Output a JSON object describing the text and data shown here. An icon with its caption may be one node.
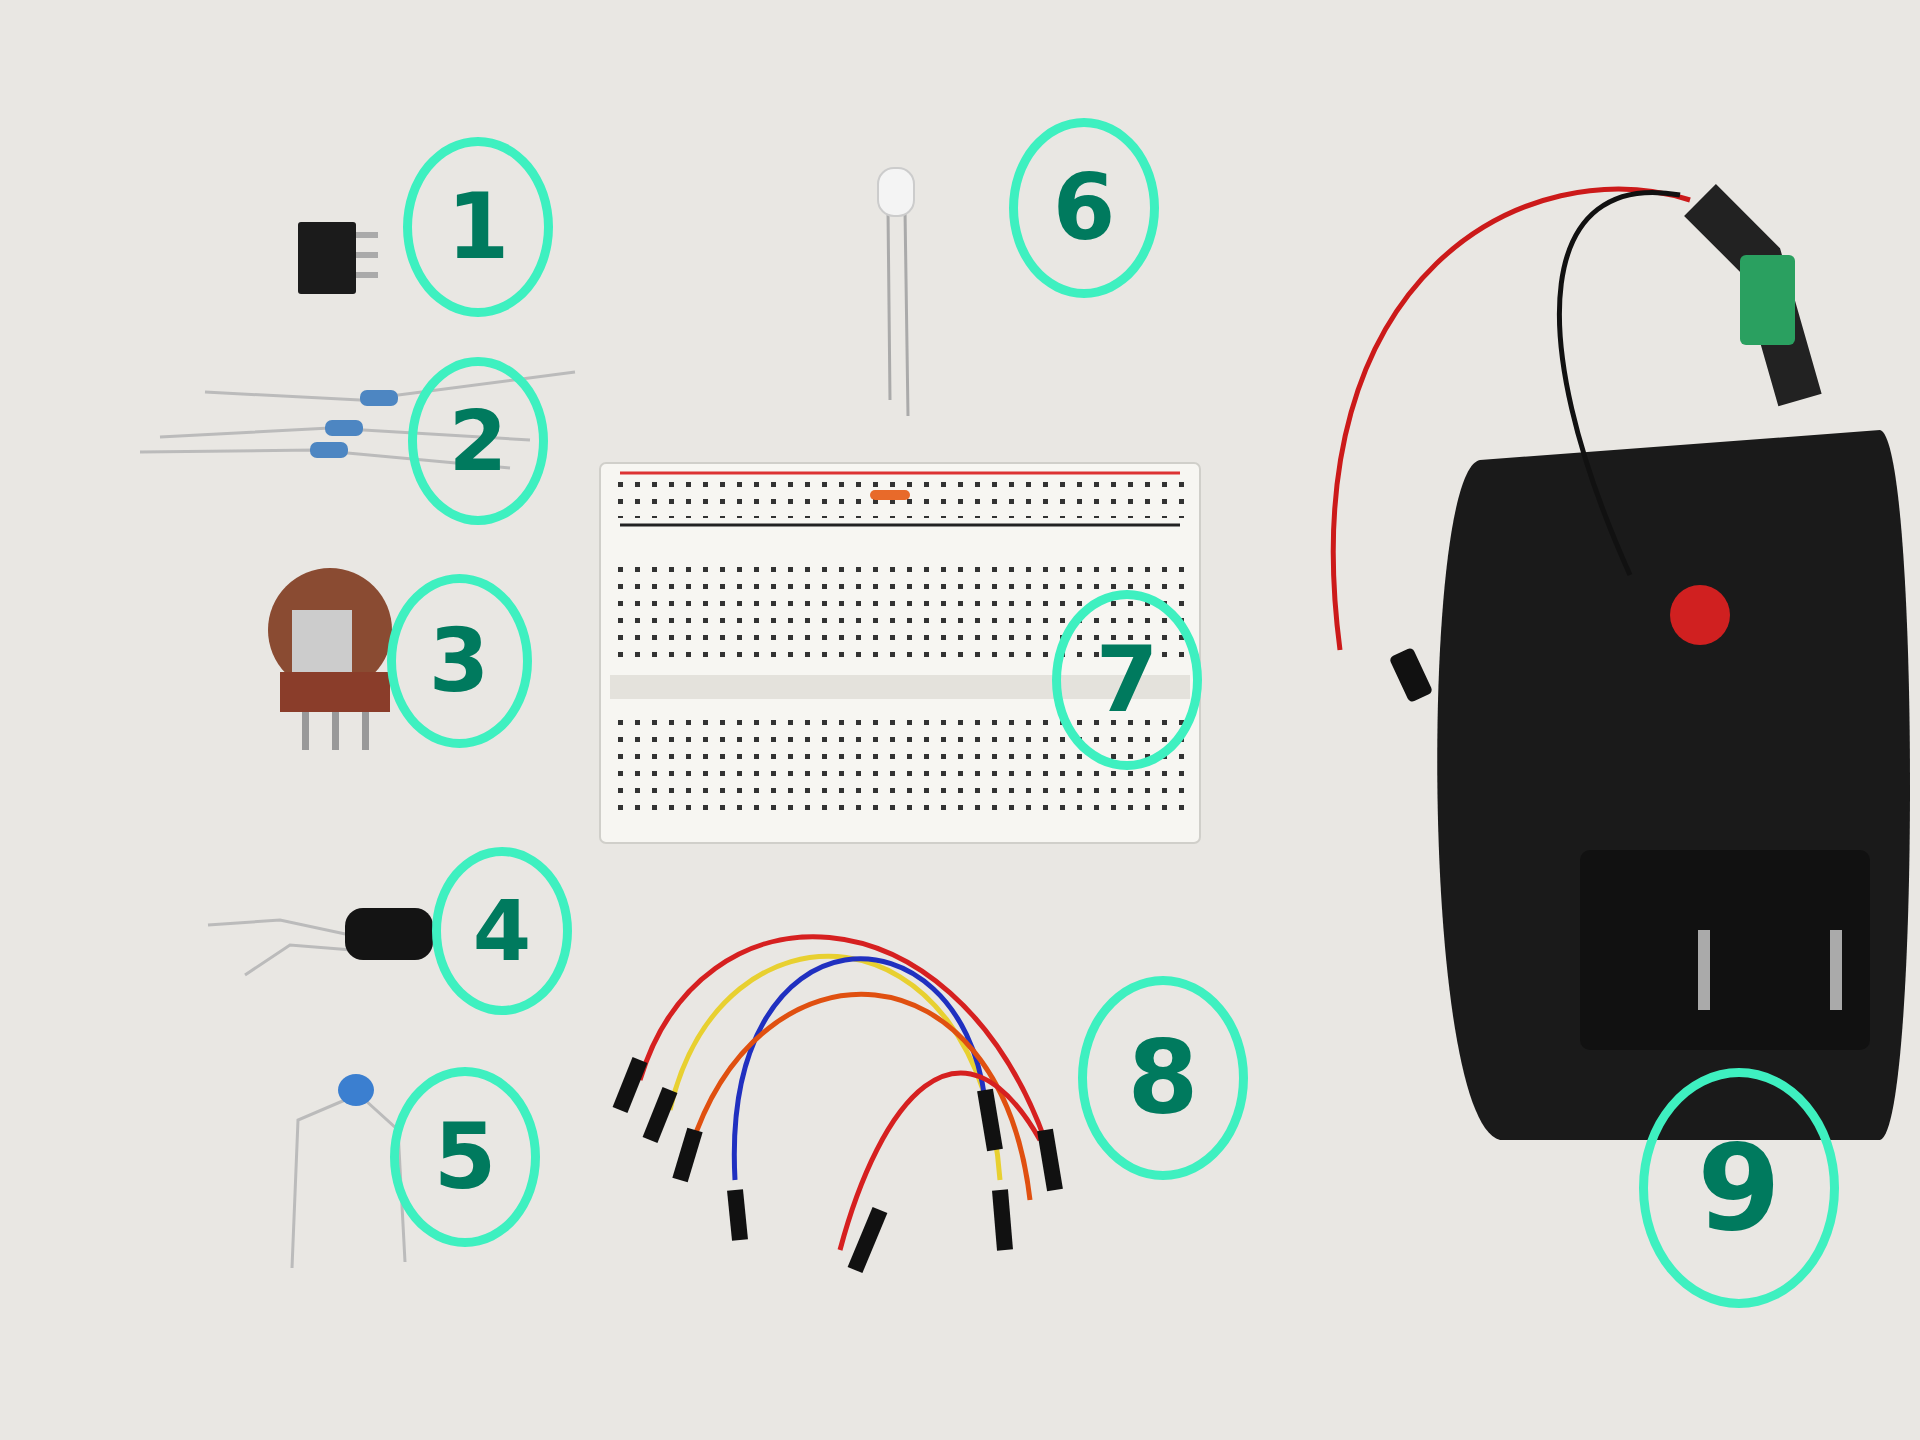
{
  "diagram": {
    "labels": [
      "1",
      "2",
      "3",
      "4",
      "5",
      "6",
      "7",
      "8",
      "9"
    ]
  }
}
